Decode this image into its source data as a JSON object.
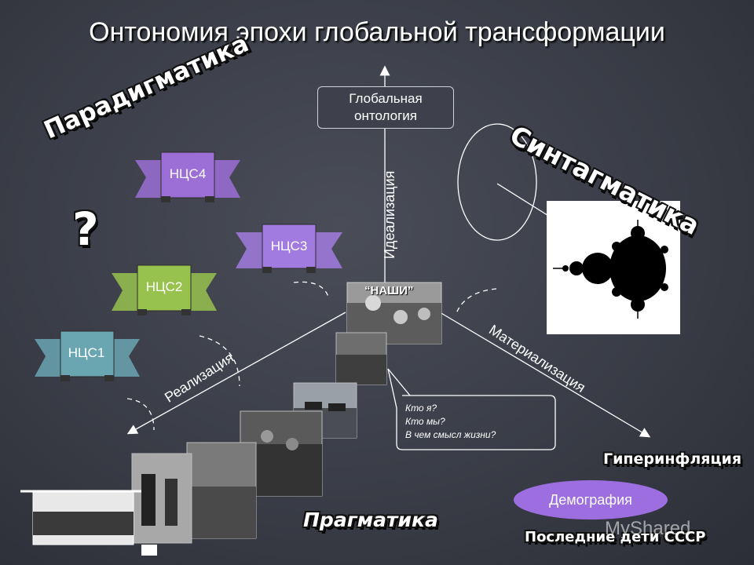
{
  "title": "Онтономия эпохи глобальной трансформации",
  "corners": {
    "paradigmatics": "Парадигматика",
    "syntagmatics": "Синтагматика",
    "pragmatics": "Прагматика",
    "question": "?"
  },
  "banners": [
    {
      "label": "НЦС4",
      "color": "#9b6fd6"
    },
    {
      "label": "НЦС3",
      "color": "#a27be0"
    },
    {
      "label": "НЦС2",
      "color": "#98c24e"
    },
    {
      "label": "НЦС1",
      "color": "#6aa5b2"
    }
  ],
  "ontology_box": {
    "line1": "Глобальная",
    "line2": "онтология"
  },
  "axes": {
    "idealization": "Идеализация",
    "realization": "Реализация",
    "materialization": "Материализация"
  },
  "photos": {
    "nashi_caption": "“НАШИ”"
  },
  "speech": {
    "line1": "Кто я?",
    "line2": "Кто мы?",
    "line3": "В чем смысл жизни?"
  },
  "outcomes": {
    "hyperinflation": "Гиперинфляция",
    "demography": "Демография",
    "demography_color": "#9d6ee0",
    "last_children": "Последние дети СССР"
  },
  "watermark": "MyShared"
}
